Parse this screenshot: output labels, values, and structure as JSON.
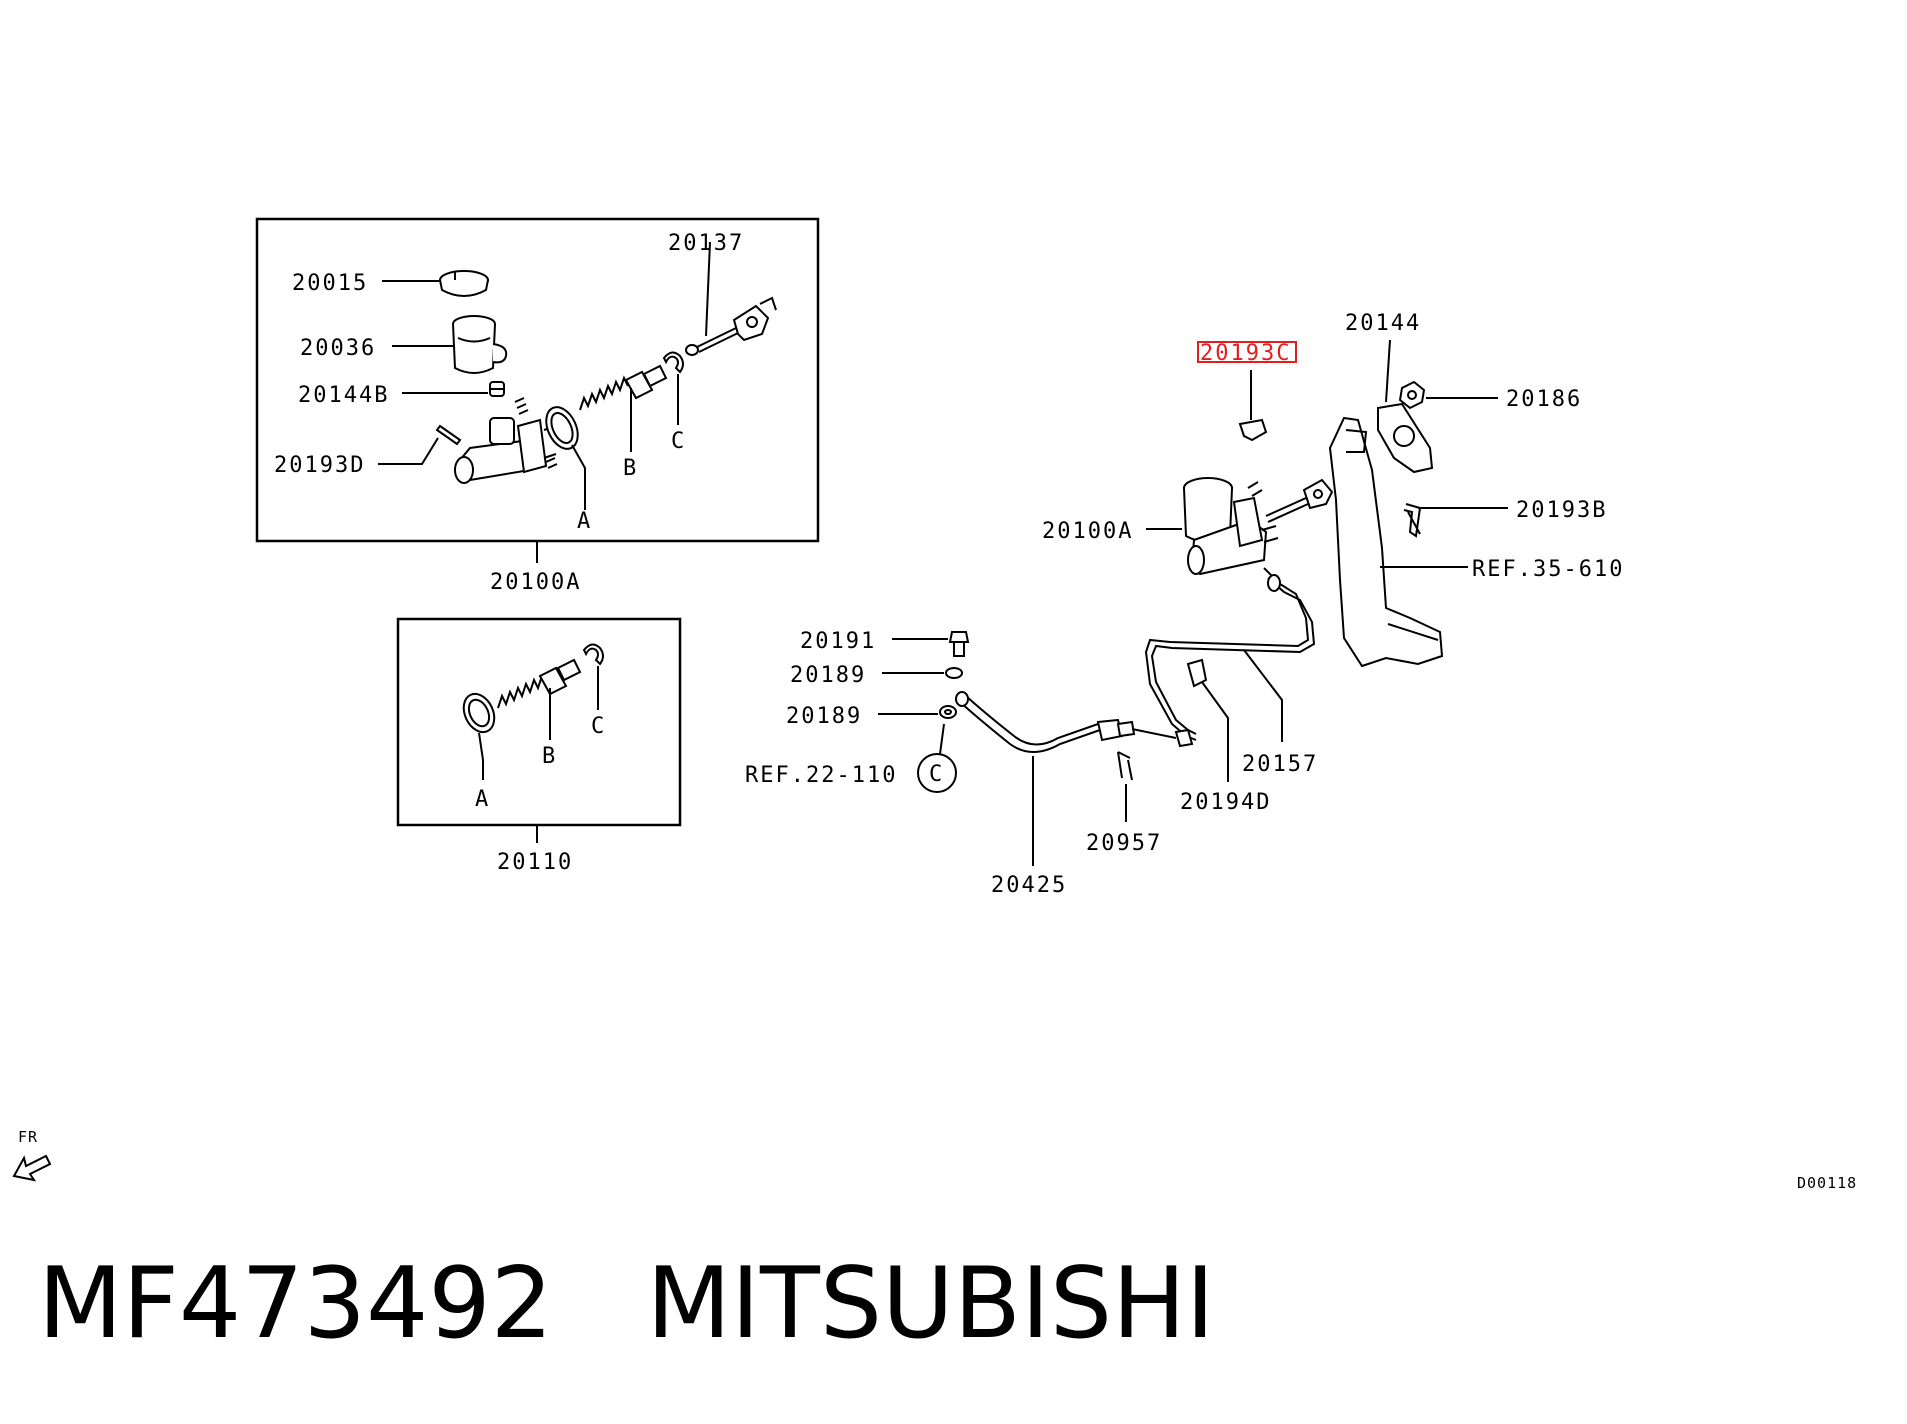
{
  "diagram": {
    "box1_label": "20100A",
    "box2_label": "20110",
    "labels": {
      "p20015": "20015",
      "p20036": "20036",
      "p20144B": "20144B",
      "p20193D": "20193D",
      "p20137": "20137",
      "box1_a": "A",
      "box1_b": "B",
      "box1_c": "C",
      "box2_a": "A",
      "box2_b": "B",
      "box2_c": "C",
      "p20193C": "20193C",
      "p20144": "20144",
      "p20186": "20186",
      "p20193B": "20193B",
      "p20100A": "20100A",
      "ref35": "REF.35-610",
      "p20191": "20191",
      "p20189a": "20189",
      "p20189b": "20189",
      "ref22": "REF.22-110",
      "ref22_circle": "C",
      "p20157": "20157",
      "p20194D": "20194D",
      "p20957": "20957",
      "p20425": "20425"
    },
    "fr_label": "FR",
    "drawing_code": "D00118",
    "highlight_color": "#e02020"
  },
  "caption": {
    "part_number": "MF473492",
    "brand": "MITSUBISHI"
  }
}
